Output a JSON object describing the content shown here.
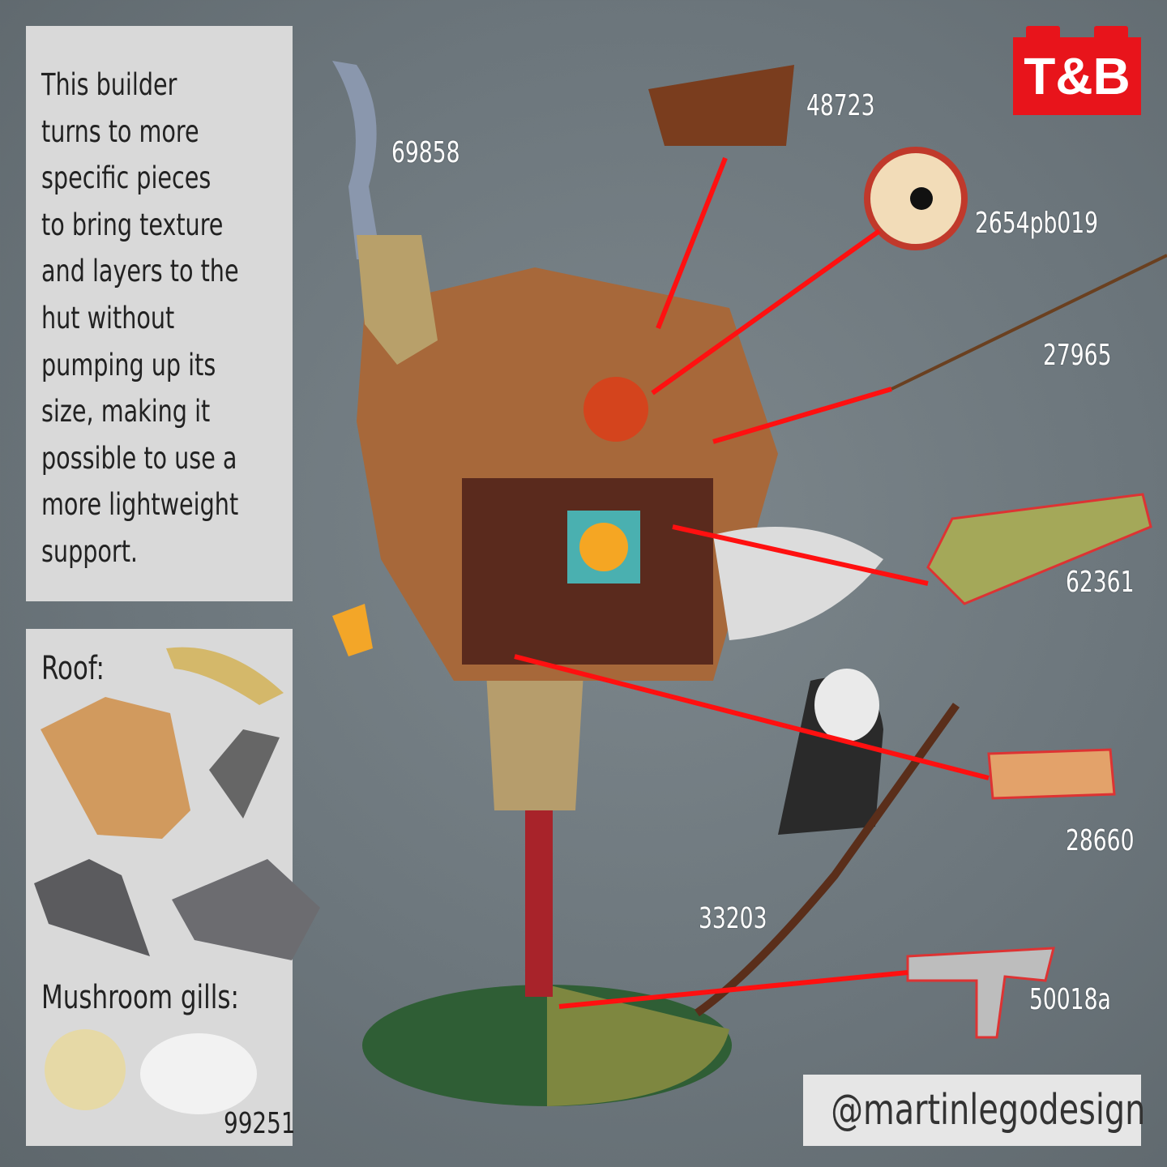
{
  "description": "This builder\nturns to more\nspecific pieces\nto bring texture\nand layers to the\nhut without\npumping up its\nsize, making it\npossible to use a\nmore lightweight\nsupport.",
  "roof_label": "Roof:",
  "gills_label": "Mushroom gills:",
  "gills_part": "99251",
  "logo": "T&B",
  "watermark": "@martinlegodesign",
  "parts": [
    "69858",
    "48723",
    "2654pb019",
    "27965",
    "62361",
    "28660",
    "33203",
    "50018a"
  ],
  "colors": {
    "arrow": "#ff1010",
    "logo": "#e8141b",
    "panel": "#d9d9d9"
  }
}
